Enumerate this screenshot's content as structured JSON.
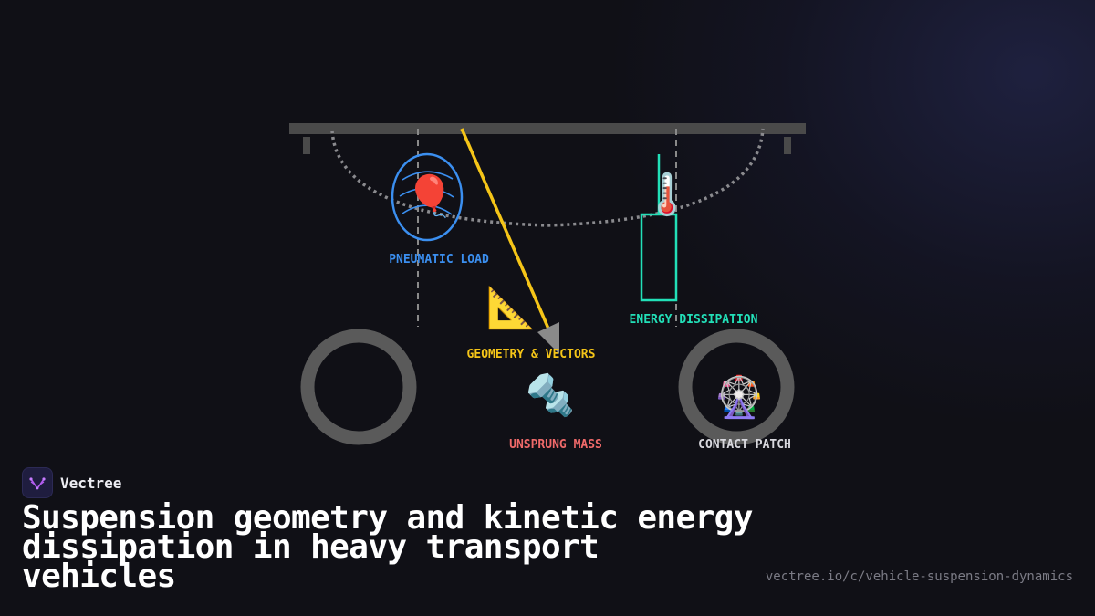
{
  "diagram": {
    "labels": {
      "pneumatic_load": "PNEUMATIC LOAD",
      "geometry_vectors": "GEOMETRY & VECTORS",
      "energy_dissipation": "ENERGY DISSIPATION",
      "unsprung_mass": "UNSPRUNG MASS",
      "contact_patch": "CONTACT PATCH"
    },
    "icons": {
      "balloon": "🎈",
      "triangle_ruler": "📐",
      "thermometer": "🌡️",
      "nut_and_bolt": "🔩",
      "ferris_wheel": "🎡"
    },
    "colors": {
      "pneumatic": "#3b8ff0",
      "geometry": "#f5c518",
      "energy": "#22e0b8",
      "unsprung": "#f06a6a",
      "contact": "#d8d8de",
      "structure": "#5a5a5a"
    }
  },
  "brand": {
    "name": "Vectree"
  },
  "title": "Suspension geometry and kinetic energy dissipation in heavy transport vehicles",
  "url": "vectree.io/c/vehicle-suspension-dynamics"
}
